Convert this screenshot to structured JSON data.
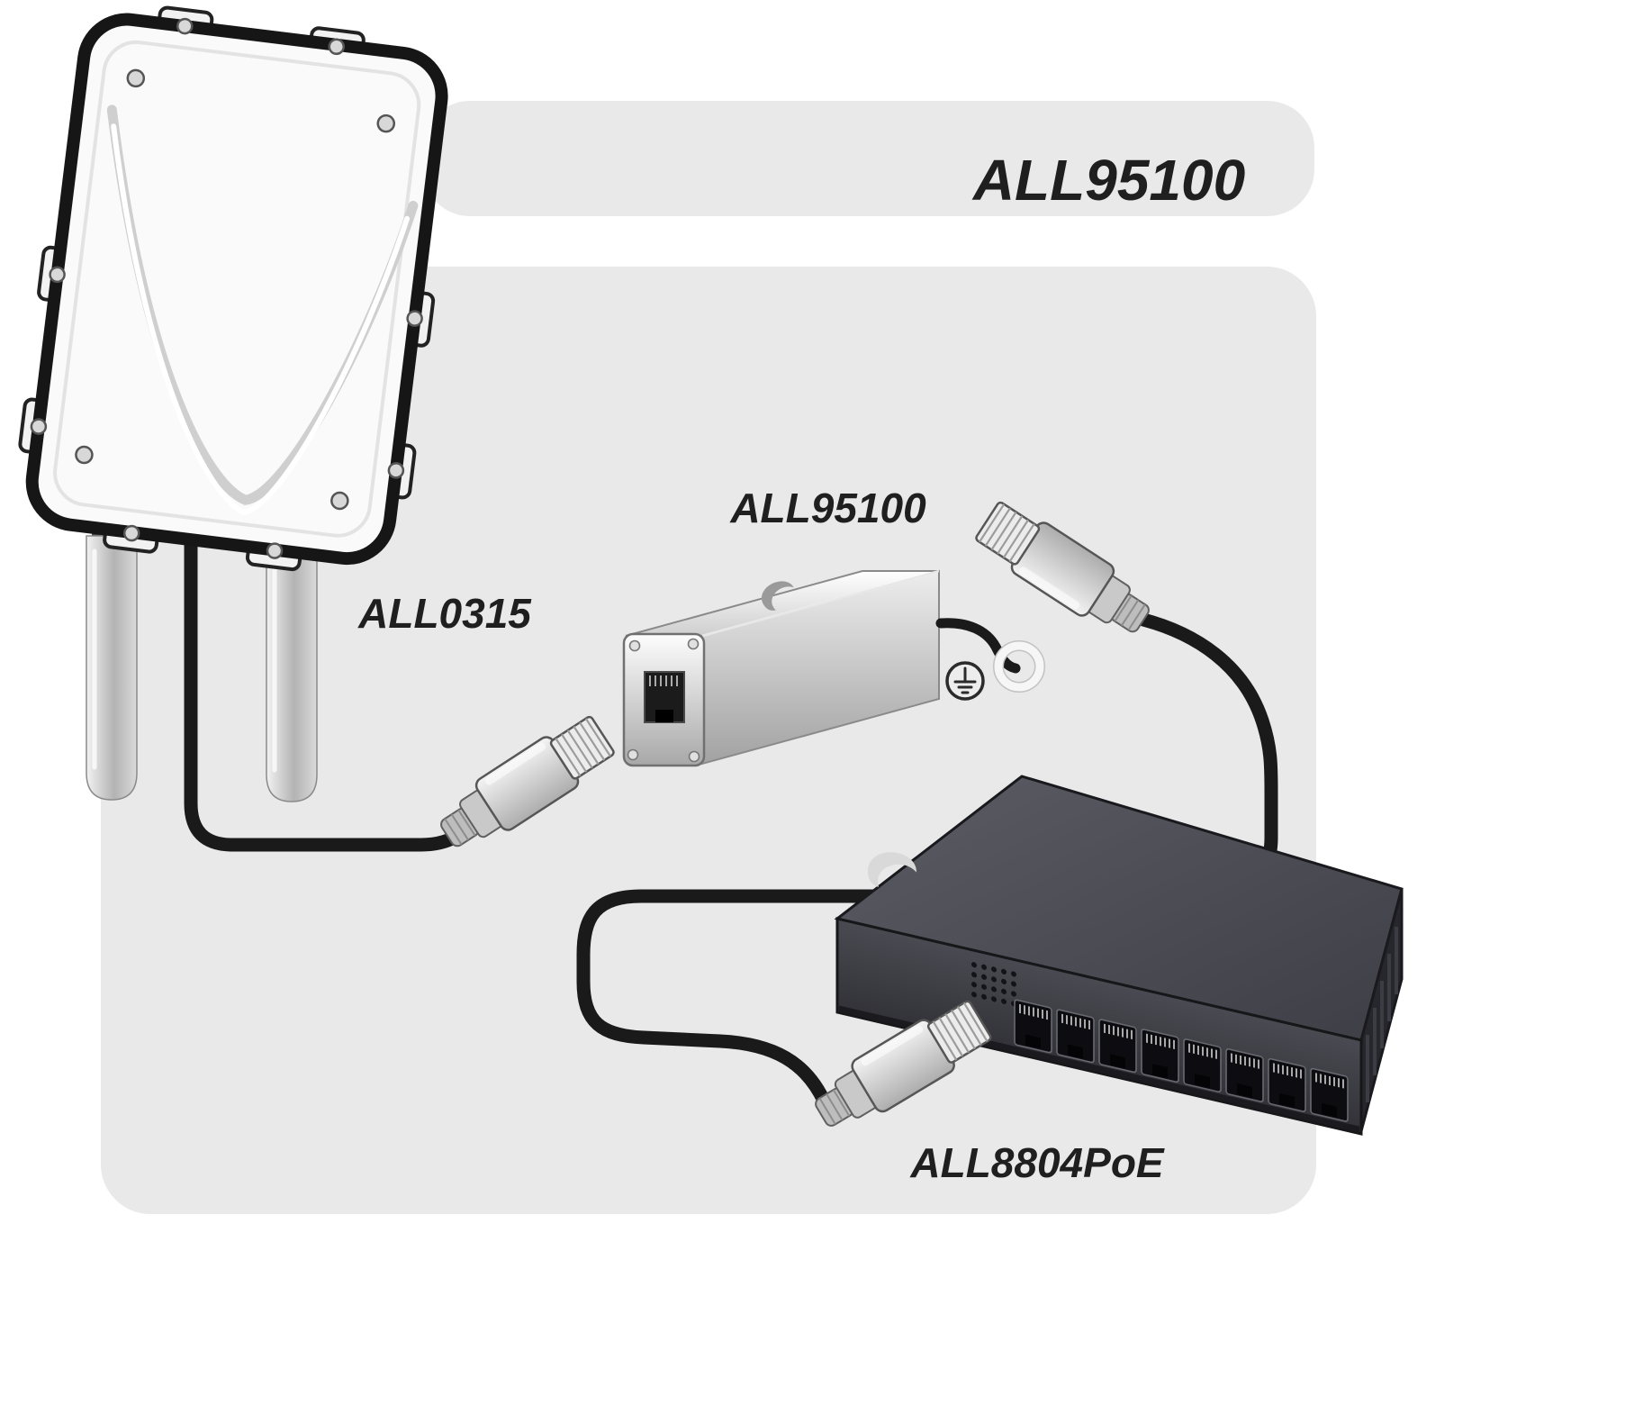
{
  "header": {
    "title": "ALL95100"
  },
  "labels": {
    "access_point": "ALL0315",
    "injector": "ALL95100",
    "switch": "ALL8804PoE"
  },
  "icons": {
    "ground_symbol": "earth-ground-icon",
    "brand_logo": "swoosh-logo-icon"
  },
  "colors": {
    "background": "#ffffff",
    "panel": "#e9e9e9",
    "cable": "#1a1a1a",
    "text": "#1f1f1f"
  },
  "switch_ports": 8
}
